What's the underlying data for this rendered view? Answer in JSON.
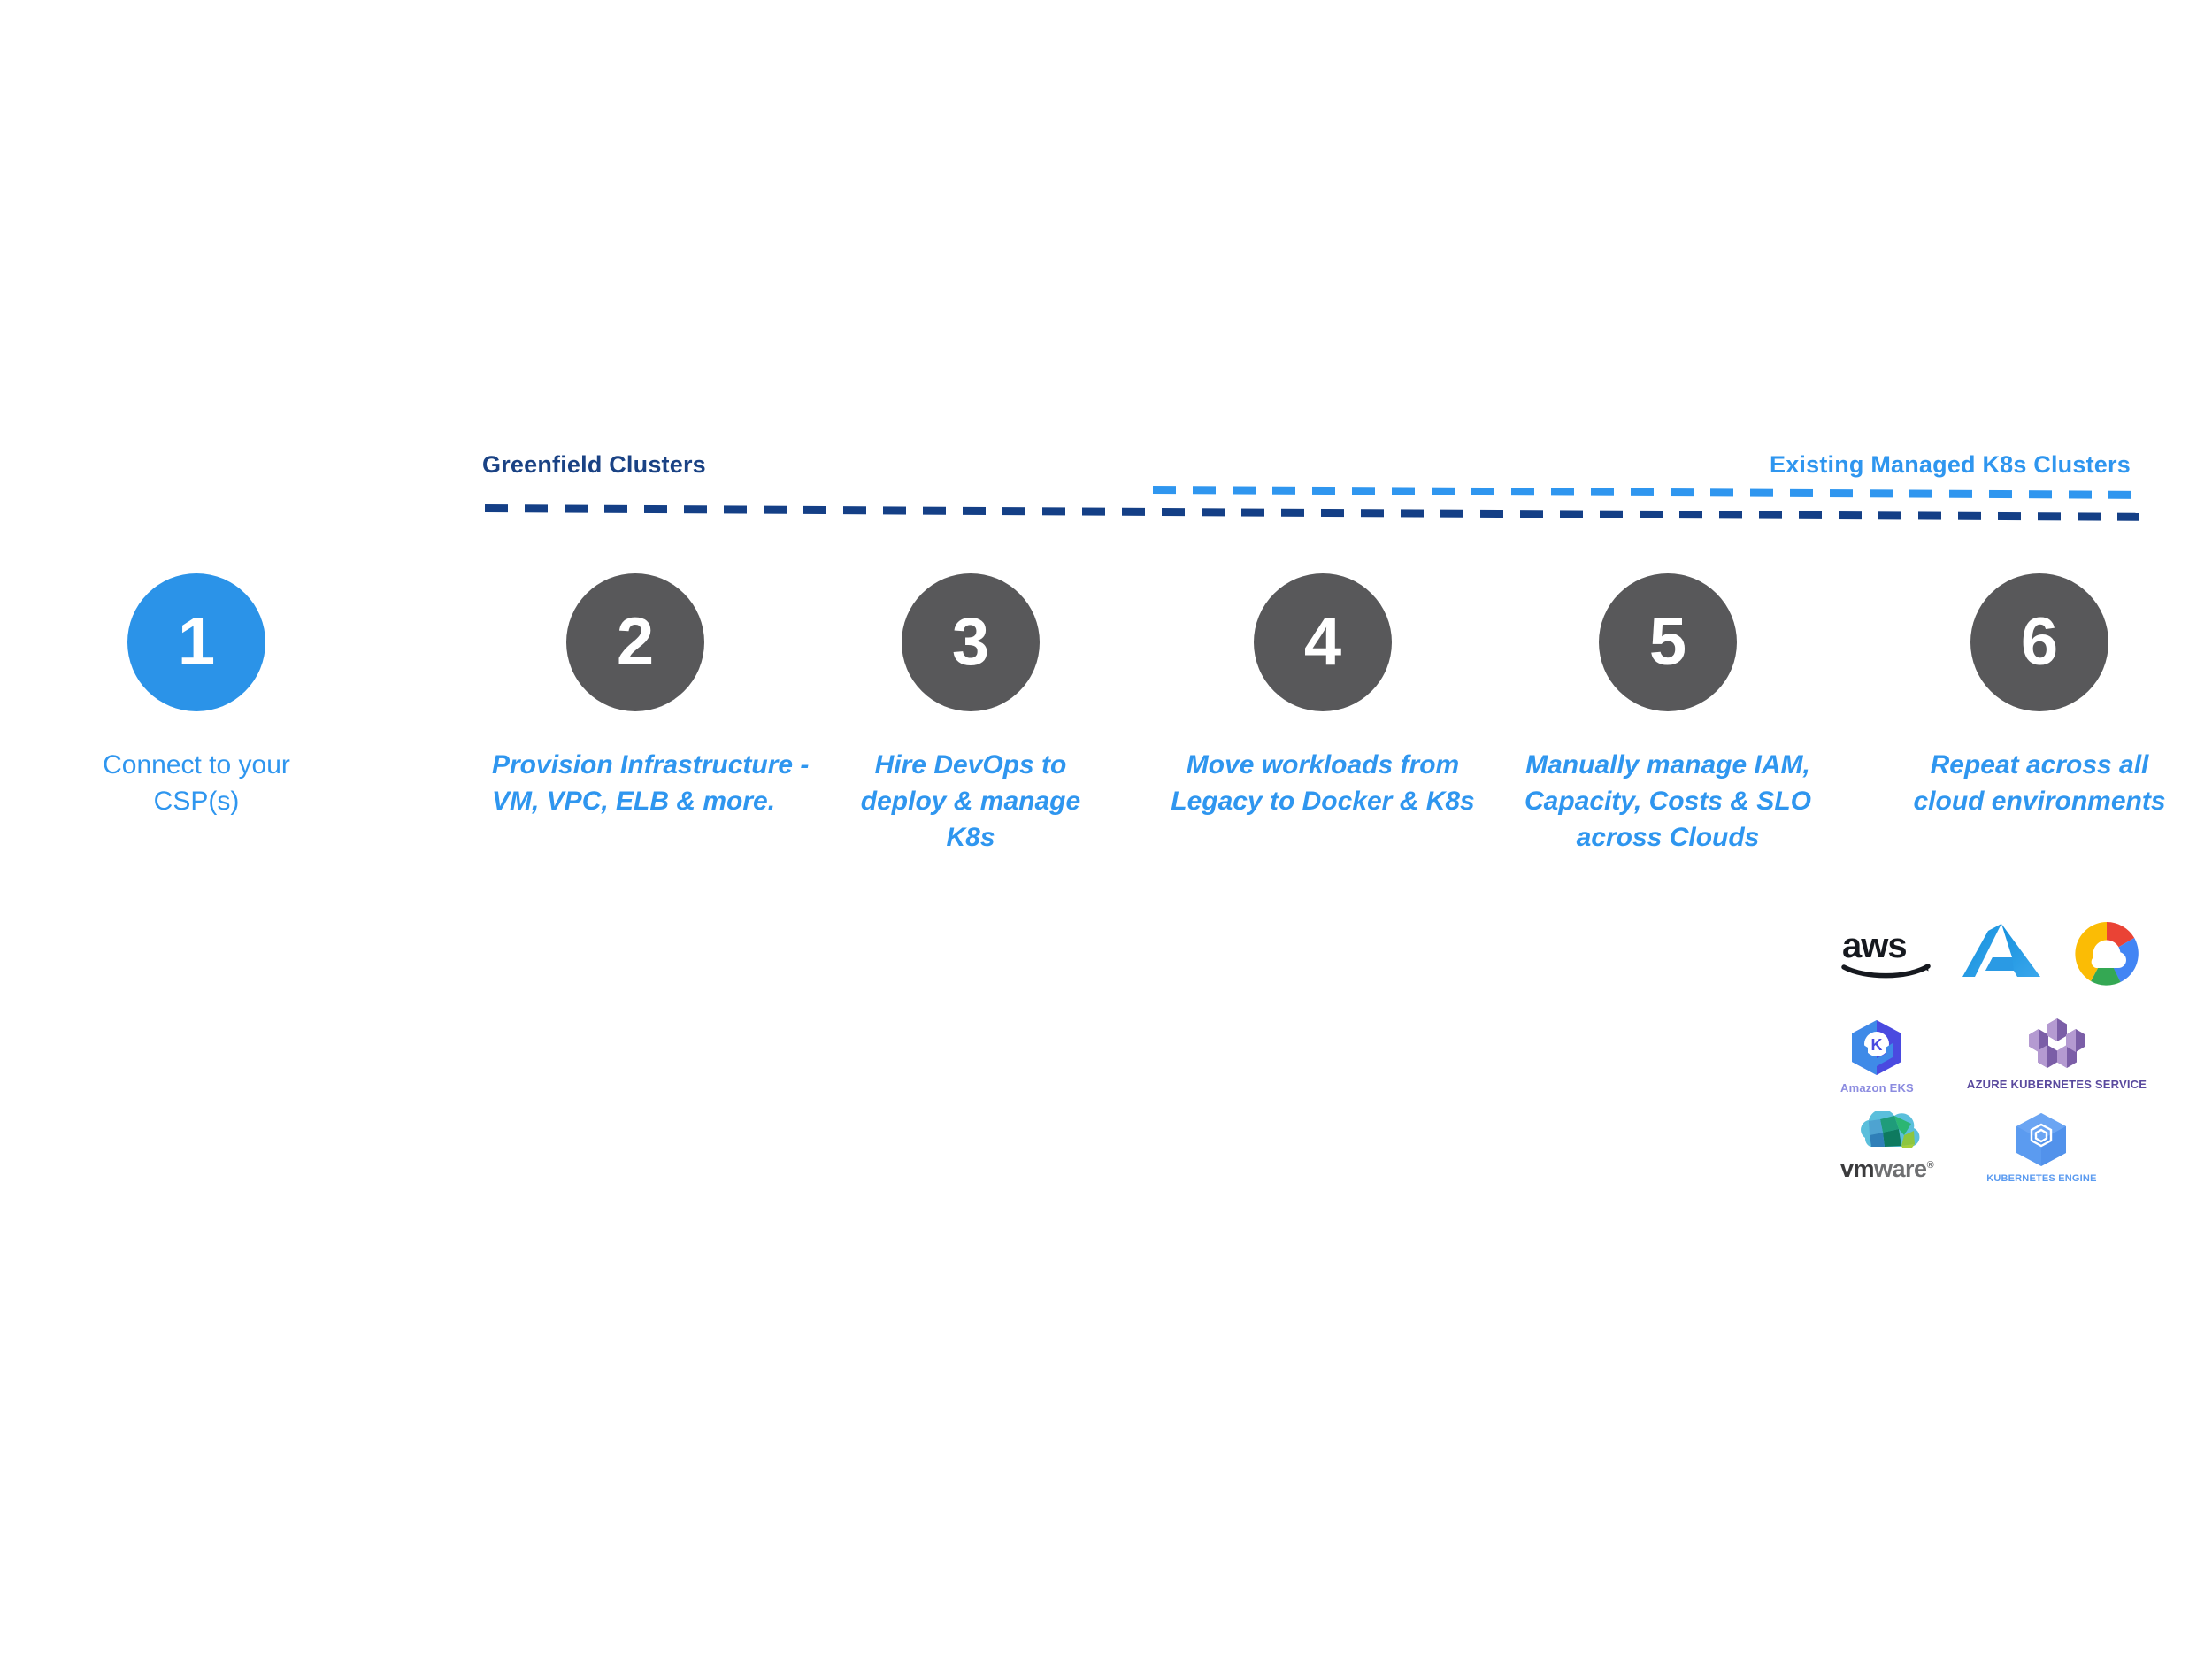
{
  "slide": {
    "background": "#ffffff",
    "accent_blue": "#2f96ef",
    "circle_active": "#2b93e8",
    "circle_inactive": "#58585a",
    "navy": "#143f86"
  },
  "brackets": {
    "greenfield": {
      "label": "Greenfield Clusters",
      "color": "#1a4284",
      "line_style": "dashed"
    },
    "existing": {
      "label": "Existing Managed K8s Clusters",
      "color": "#2f96ef",
      "line_style": "dashed"
    }
  },
  "steps": [
    {
      "number": "1",
      "caption": "Connect to your CSP(s)",
      "circle_color": "#2b93e8",
      "text_style": "plain",
      "align": "center"
    },
    {
      "number": "2",
      "caption": "Provision Infrastructure - VM, VPC, ELB & more.",
      "circle_color": "#58585a",
      "text_style": "italic",
      "align": "left"
    },
    {
      "number": "3",
      "caption": "Hire DevOps to deploy & manage K8s",
      "circle_color": "#58585a",
      "text_style": "italic",
      "align": "center"
    },
    {
      "number": "4",
      "caption": "Move workloads from Legacy to Docker & K8s",
      "circle_color": "#58585a",
      "text_style": "italic",
      "align": "center"
    },
    {
      "number": "5",
      "caption": "Manually manage IAM, Capacity, Costs & SLO across Clouds",
      "circle_color": "#58585a",
      "text_style": "italic",
      "align": "center"
    },
    {
      "number": "6",
      "caption": "Repeat across all cloud environments",
      "circle_color": "#58585a",
      "text_style": "italic",
      "align": "center"
    }
  ],
  "logos": {
    "csp_row": [
      {
        "icon": "aws-logo",
        "wordmark": "aws",
        "caption": ""
      },
      {
        "icon": "azure-logo",
        "wordmark": "",
        "caption": ""
      },
      {
        "icon": "google-cloud-logo",
        "wordmark": "",
        "caption": ""
      }
    ],
    "k8s_row_a": [
      {
        "icon": "amazon-eks-logo",
        "caption": "Amazon EKS"
      },
      {
        "icon": "azure-kubernetes-service-logo",
        "caption": "AZURE KUBERNETES SERVICE"
      }
    ],
    "k8s_row_b": [
      {
        "icon": "vmware-logo",
        "caption": "",
        "wordmark_bold": "vm",
        "wordmark_light": "ware"
      },
      {
        "icon": "google-kubernetes-engine-logo",
        "caption": "KUBERNETES ENGINE"
      }
    ]
  }
}
